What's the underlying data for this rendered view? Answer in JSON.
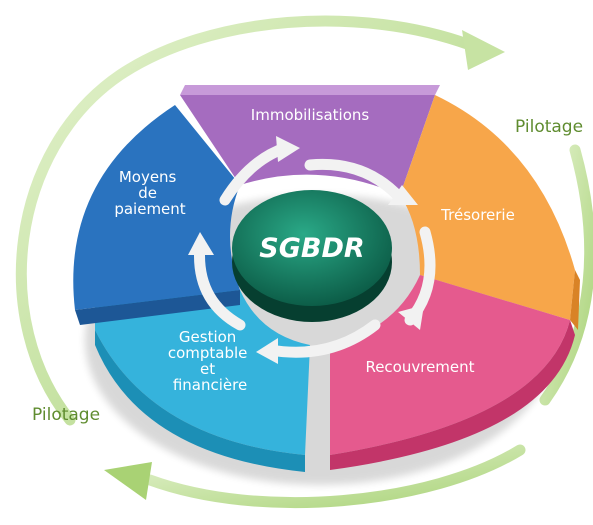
{
  "diagram": {
    "hub": {
      "label": "SGBDR",
      "color": "#137c62"
    },
    "segments": [
      {
        "id": "immobilisations",
        "lines": [
          "Immobilisations"
        ],
        "color": "#a56cbf"
      },
      {
        "id": "tresorerie",
        "lines": [
          "Trésorerie"
        ],
        "color": "#f7a64a"
      },
      {
        "id": "recouvrement",
        "lines": [
          "Recouvrement"
        ],
        "color": "#e55a8e"
      },
      {
        "id": "gestion",
        "lines": [
          "Gestion",
          "comptable",
          "et",
          "financière"
        ],
        "color": "#35b3dc"
      },
      {
        "id": "moyens",
        "lines": [
          "Moyens",
          "de",
          "paiement"
        ],
        "color": "#2a73bf"
      }
    ],
    "outer_cycle": {
      "labels": [
        "Pilotage",
        "Pilotage"
      ],
      "color": "#8fbf54"
    },
    "flow_arrows": {
      "color": "#f2f2f2",
      "count": 5
    }
  }
}
